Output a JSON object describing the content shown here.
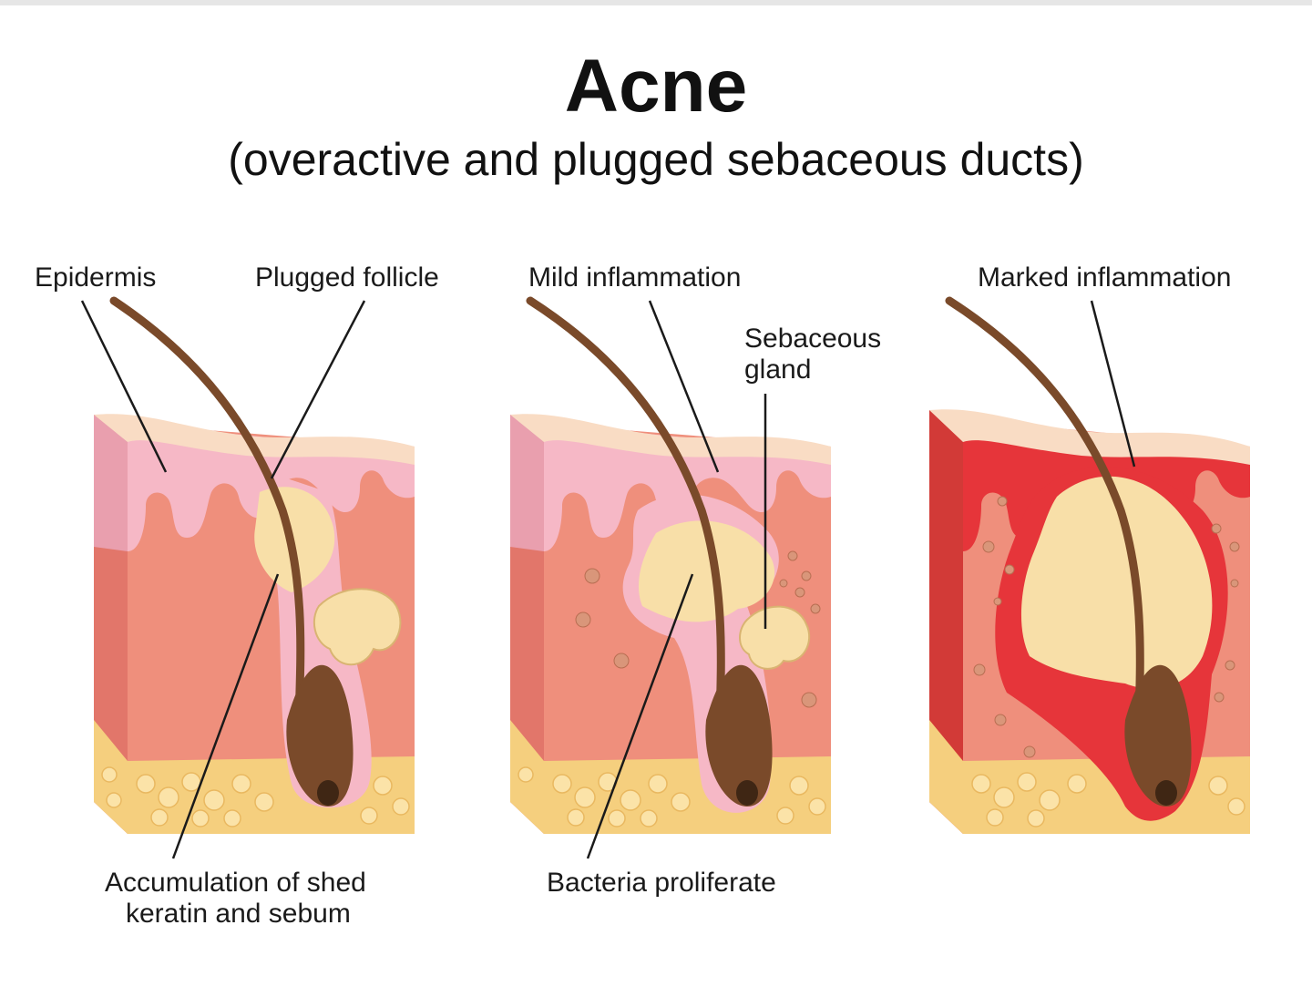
{
  "title": "Acne",
  "subtitle": "(overactive and plugged sebaceous ducts)",
  "labels": {
    "epidermis": "Epidermis",
    "plugged_follicle": "Plugged follicle",
    "accumulation_line1": "Accumulation of shed",
    "accumulation_line2": "keratin and sebum",
    "mild_inflammation": "Mild inflammation",
    "sebaceous_line1": "Sebaceous",
    "sebaceous_line2": "gland",
    "bacteria": "Bacteria proliferate",
    "marked_inflammation": "Marked inflammation"
  },
  "colors": {
    "dermis": "#ef8f7c",
    "dermis_side": "#e4776a",
    "epidermis": "#f6b8c6",
    "surface": "#f9dcc4",
    "fat": "#f5cf7e",
    "sebum": "#f8dfa8",
    "hair": "#7a4a2a",
    "inflamed": "#e6353a"
  }
}
